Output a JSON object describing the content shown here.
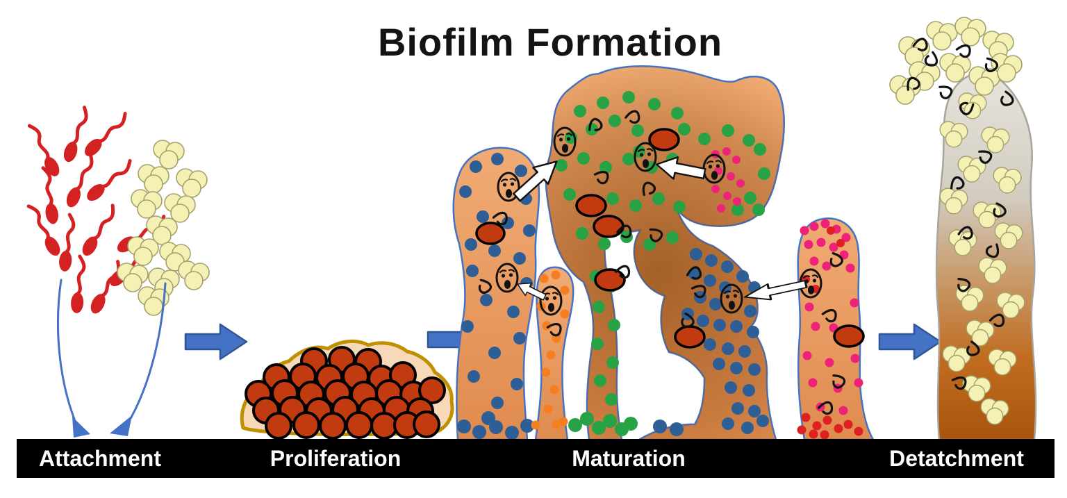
{
  "title": "Biofilm Formation",
  "stages": [
    {
      "id": "attachment",
      "label": "Attachment"
    },
    {
      "id": "proliferation",
      "label": "Proliferation"
    },
    {
      "id": "maturation",
      "label": "Maturation"
    },
    {
      "id": "detachment",
      "label": "Detatchment"
    }
  ],
  "colors": {
    "titleInk": "#141414",
    "ink": "#111111",
    "barBg": "#000000",
    "barText": "#ffffff",
    "planktonicRed": "#d42121",
    "cocciFill": "#f5f1b4",
    "cocciStroke": "#a3a06e",
    "arrowBlue": "#4472c4",
    "arrowBlueDark": "#2f5597",
    "thinArrowBlue": "#4472c4",
    "towerOutline": "#4472c4",
    "towerTanLight": "#f0ab73",
    "towerTanDeep": "#e08b4f",
    "mushroomBrown": "#8a4a12",
    "prolifBg": "#f7d9ba",
    "prolifOutline": "#bf9000",
    "cellBrick": "#c23a10",
    "dotBlue": "#2d5f96",
    "dotGreen": "#27a244",
    "dotPink": "#ee2278",
    "dotOrange": "#f57e20",
    "dotRed": "#df2020",
    "whiteArrowFill": "#ffffff",
    "detachGrayTop": "#e7e4dd",
    "detachGrayMid": "#d2ccc0",
    "detachTan": "#c89a6a",
    "detachOrange": "#c06c20",
    "detachDeep": "#a9540e",
    "detachOutline": "#a8a49c"
  }
}
